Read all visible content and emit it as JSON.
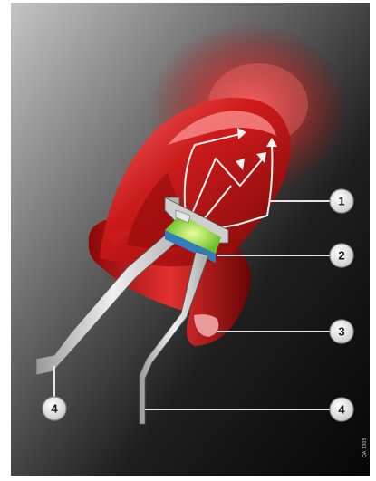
{
  "figure": {
    "callouts": [
      {
        "id": "1",
        "label": "1"
      },
      {
        "id": "2",
        "label": "2"
      },
      {
        "id": "3",
        "label": "3"
      },
      {
        "id": "4a",
        "label": "4"
      },
      {
        "id": "4b",
        "label": "4"
      }
    ],
    "image_code": "QA 1305",
    "colors": {
      "background_dark": "#0c0c0c",
      "background_light": "#b8b8b8",
      "led_red": "#c41212",
      "led_red_dark": "#6a0606",
      "chip_green": "#7fd43a",
      "lead_metal": "#d8d8d8",
      "callout_circle": "#e9e9e9"
    }
  }
}
